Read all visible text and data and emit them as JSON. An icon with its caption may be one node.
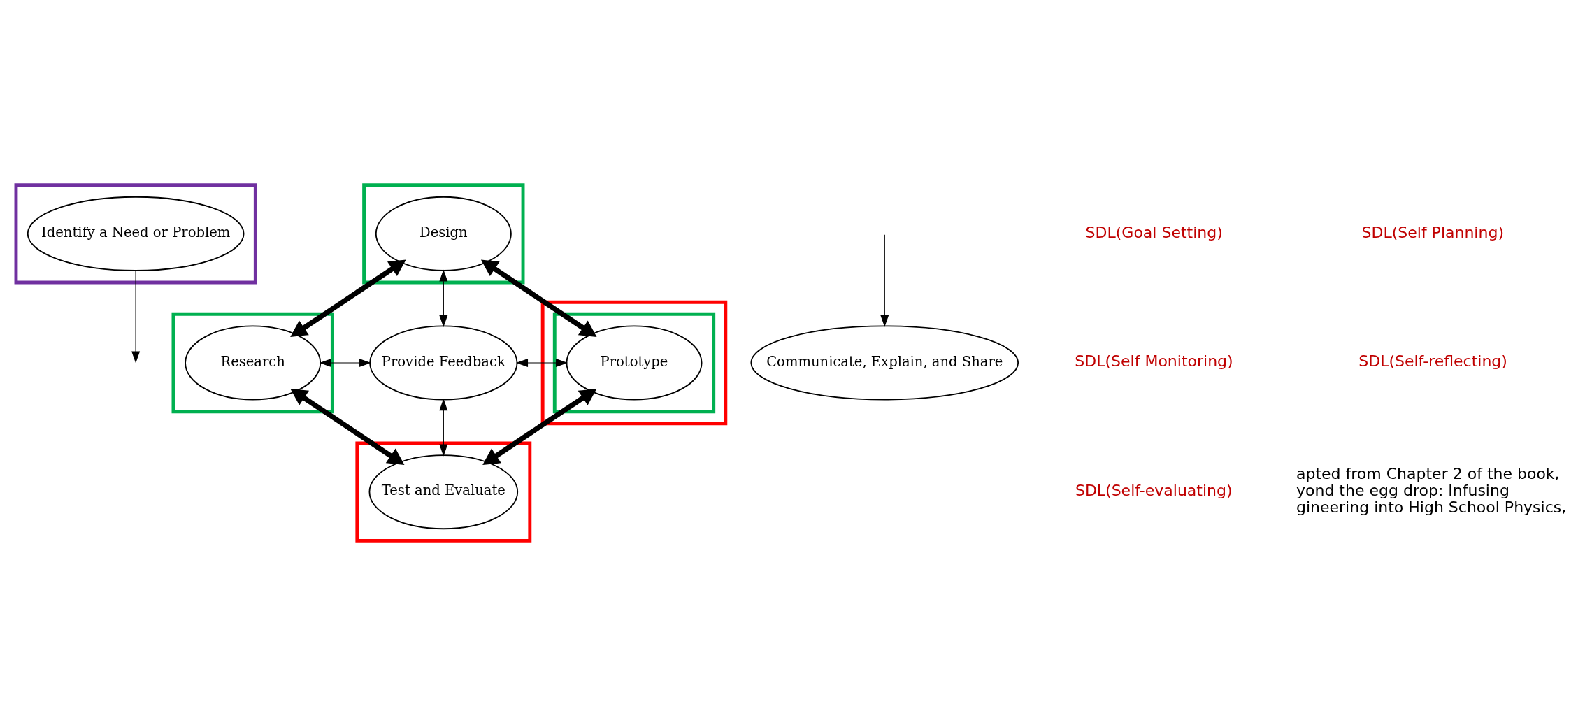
{
  "diagram": {
    "nodes": [
      {
        "text": [],
        "shape": "box"
      },
      {
        "text": [
          "Identify a Need or Problem"
        ],
        "in": 0
      },
      {
        "text": [],
        "shape": "box"
      },
      {
        "text": [
          "Design"
        ],
        "in": 2
      },
      {
        "text": [],
        "shape": "box"
      },
      {
        "text": [
          "Research"
        ],
        "in": 4
      },
      {
        "text": [
          "Provide Feedback"
        ]
      },
      {
        "text": [],
        "shape": "box"
      },
      {
        "text": [],
        "shape": "box",
        "in": 7
      },
      {
        "text": [
          "Prototype"
        ],
        "in": 8
      },
      {
        "text": [],
        "shape": "box"
      },
      {
        "text": [
          "Test and Evaluate"
        ],
        "in": 10
      },
      {
        "text": [
          "Communicate, Explain, and Share"
        ]
      }
    ],
    "edges": [
      {
        "from": 1,
        "to": null,
        "arrow": "to"
      },
      {
        "from": 3,
        "to": 5,
        "arrow": "both",
        "style": "thick"
      },
      {
        "from": 3,
        "to": 9,
        "arrow": "both",
        "style": "thick"
      },
      {
        "from": 5,
        "to": 11,
        "arrow": "both",
        "style": "thick"
      },
      {
        "from": 11,
        "to": 9,
        "arrow": "both",
        "style": "thick"
      },
      {
        "from": 3,
        "to": 6,
        "arrow": "both"
      },
      {
        "from": 5,
        "to": 6,
        "arrow": "both"
      },
      {
        "from": 6,
        "to": 9,
        "arrow": "both"
      },
      {
        "from": 6,
        "to": 11,
        "arrow": "both"
      },
      {
        "from": null,
        "to": 12,
        "arrow": "to"
      }
    ],
    "labels": [
      "SDL(Goal Setting)",
      "SDL(Self Planning)",
      "SDL(Self Monitoring)",
      "SDL(Self-reflecting)",
      "SDL(Self-evaluating)",
      "apted from Chapter 2 of the book, yond the egg drop: Infusing gineering into High School Physics,"
    ]
  }
}
